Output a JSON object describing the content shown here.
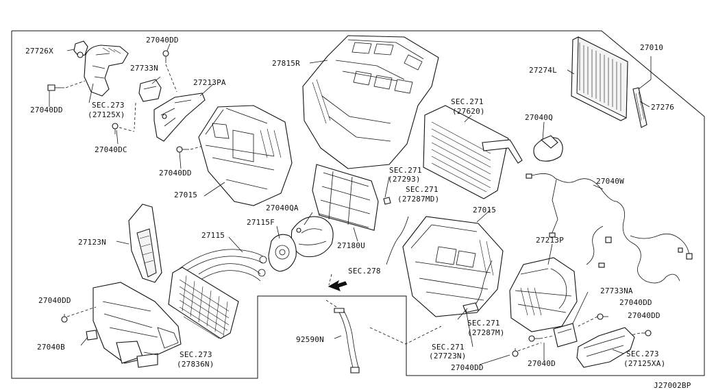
{
  "diagram_code": "J27002BP",
  "labels": {
    "p27726X": "27726X",
    "p27040DD_a": "27040DD",
    "p27733N": "27733N",
    "p27213PA": "27213PA",
    "p27040DD_b": "27040DD",
    "sec273_a1": "SEC.273",
    "sec273_a2": "(27125X)",
    "p27040DC": "27040DC",
    "p27040DD_c": "27040DD",
    "p27015_a": "27015",
    "p27815R": "27815R",
    "sec271_a1": "SEC.271",
    "sec271_a2": "(27620)",
    "p27274L": "27274L",
    "p27010": "27010",
    "p27276": "27276",
    "p27040Q": "27040Q",
    "sec271_b1": "SEC.271",
    "sec271_b2": "(27293)",
    "sec271_c1": "SEC.271",
    "sec271_c2": "(27287MD)",
    "p27040W": "27040W",
    "p27040QA": "27040QA",
    "p27015_b": "27015",
    "p27115F": "27115F",
    "p27123N": "27123N",
    "p27115": "27115",
    "p27180U": "27180U",
    "p27213P": "27213P",
    "sec278": "SEC.278",
    "p27733NA": "27733NA",
    "p27040DD_d": "27040DD",
    "p27040DD_e": "27040DD",
    "p27040DD_f": "27040DD",
    "sec271_d1": "SEC.271",
    "sec271_d2": "(27287M)",
    "p92590N": "92590N",
    "sec271_e1": "SEC.271",
    "sec271_e2": "(27723N)",
    "p27040B": "27040B",
    "sec273_b1": "SEC.273",
    "sec273_b2": "(27836N)",
    "p27040D": "27040D",
    "p27040DD_g": "27040DD",
    "sec273_c1": "SEC.273",
    "sec273_c2": "(27125XA)"
  }
}
